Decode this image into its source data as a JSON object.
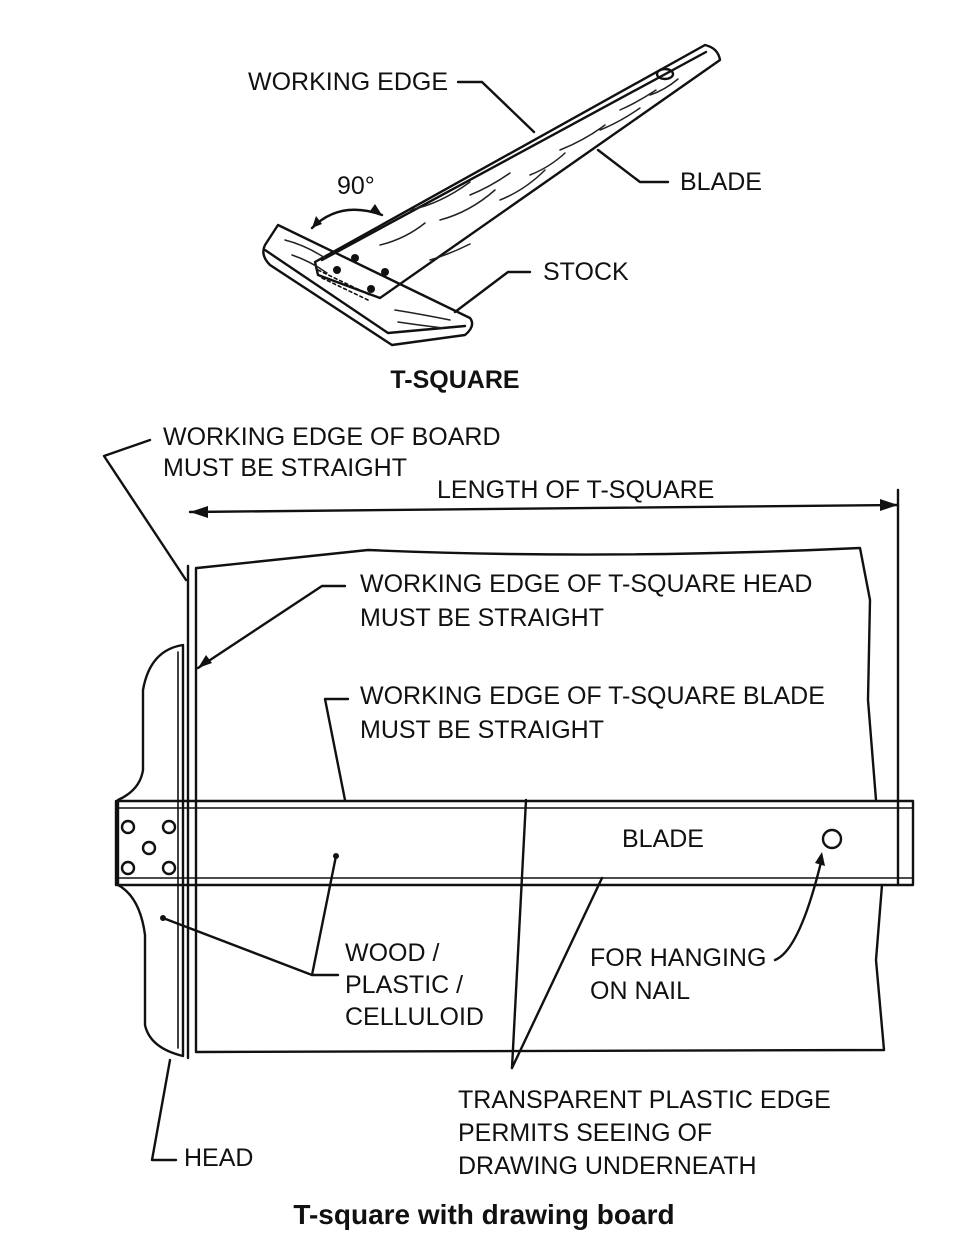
{
  "top_figure": {
    "caption": "T-SQUARE",
    "labels": {
      "working_edge": "WORKING EDGE",
      "angle": "90°",
      "blade": "BLADE",
      "stock": "STOCK"
    }
  },
  "bottom_figure": {
    "caption": "T-square with drawing board",
    "labels": {
      "board_edge_1": "WORKING EDGE OF BOARD",
      "board_edge_2": "MUST BE STRAIGHT",
      "length": "LENGTH OF T-SQUARE",
      "head_edge_1": "WORKING EDGE OF T-SQUARE HEAD",
      "head_edge_2": "MUST BE STRAIGHT",
      "blade_edge_1": "WORKING EDGE OF T-SQUARE BLADE",
      "blade_edge_2": "MUST BE STRAIGHT",
      "blade": "BLADE",
      "material_1": "WOOD /",
      "material_2": "PLASTIC /",
      "material_3": "CELLULOID",
      "hanging_1": "FOR HANGING",
      "hanging_2": "ON NAIL",
      "plastic_1": "TRANSPARENT PLASTIC EDGE",
      "plastic_2": "PERMITS SEEING OF",
      "plastic_3": "DRAWING UNDERNEATH",
      "head": "HEAD"
    }
  },
  "colors": {
    "ink": "#111111",
    "background": "#ffffff"
  }
}
